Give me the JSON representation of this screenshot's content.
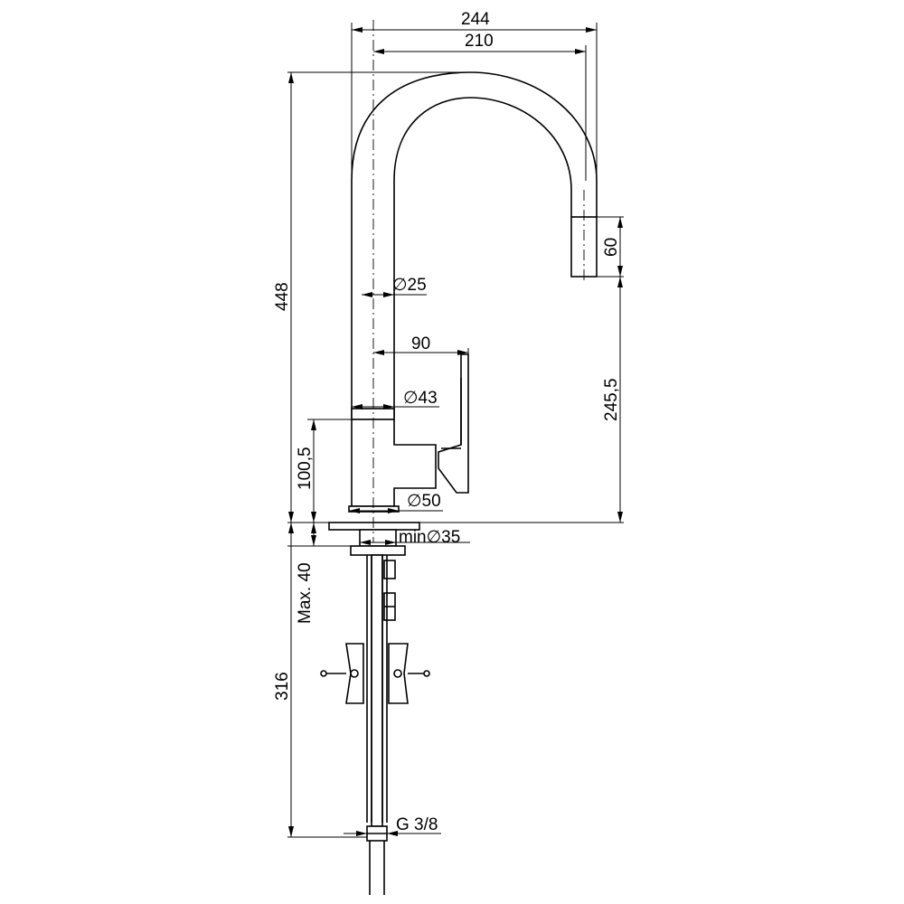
{
  "dimensions": {
    "width_overall": "244",
    "width_spout": "210",
    "height_total": "448",
    "spout_tip": "60",
    "spout_height": "245,5",
    "tube_diameter": "∅25",
    "lever_length": "90",
    "body_diameter_top": "∅43",
    "body_height": "100,5",
    "base_diameter": "∅50",
    "hole_min": "min∅35",
    "deck_max": "Max. 40",
    "hose_length": "316",
    "thread": "G 3/8"
  }
}
